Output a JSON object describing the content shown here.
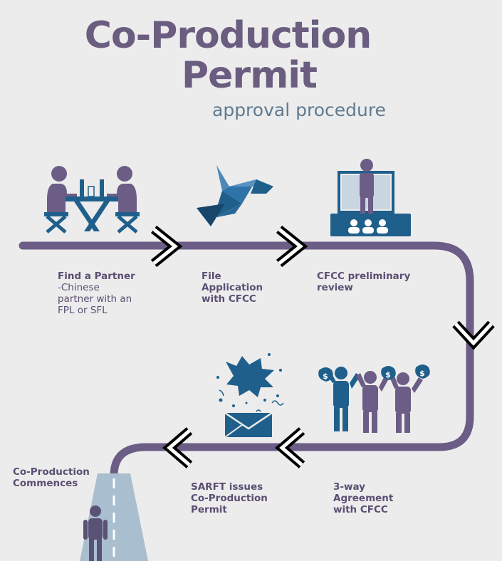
{
  "header": {
    "title_line1": "Co-Production",
    "title_line2": "Permit",
    "subtitle": "approval procedure"
  },
  "steps": [
    {
      "label": "Find a Partner",
      "description": "-Chinese\npartner with an\nFPL or SFL"
    },
    {
      "label": "File\nApplication\nwith CFCC",
      "description": ""
    },
    {
      "label": "CFCC preliminary\nreview",
      "description": ""
    },
    {
      "label": "3-way\nAgreement\nwith CFCC",
      "description": ""
    },
    {
      "label": "SARFT issues\nCo-Production\nPermit",
      "description": ""
    },
    {
      "label": "Co-Production\nCommences",
      "description": ""
    }
  ],
  "icons": [
    "partners-meeting-icon",
    "origami-bird-icon",
    "presentation-audience-icon",
    "money-bags-people-icon",
    "exploding-envelope-icon",
    "road-walker-icon"
  ],
  "colors": {
    "path": "#6b5d85",
    "accent_blue": "#1f5f8b",
    "figure_purple": "#6b5d85",
    "road": "#a9bfcf",
    "background": "#ececec"
  }
}
